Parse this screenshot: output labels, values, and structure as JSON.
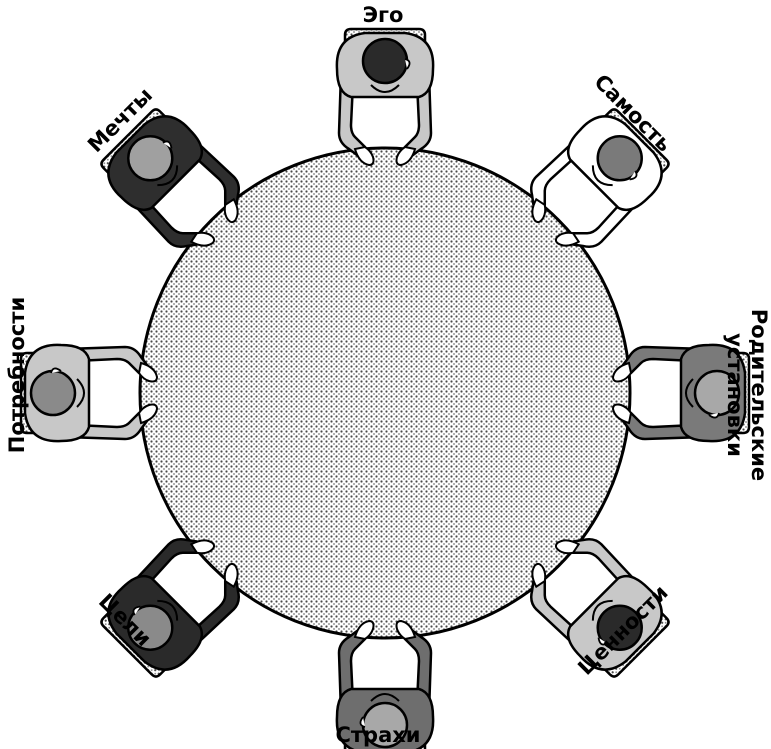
{
  "seats": [
    {
      "id": "ego",
      "label": "Эго",
      "shirt": "#c8c8c8",
      "hair": "#2a2a2a"
    },
    {
      "id": "self",
      "label": "Самость",
      "shirt": "#ffffff",
      "hair": "#7a7a7a"
    },
    {
      "id": "parental",
      "label": "Родительские установки",
      "label_lines": [
        "Родительские",
        "установки"
      ],
      "shirt": "#7a7a7a",
      "hair": "#a8a8a8"
    },
    {
      "id": "values",
      "label": "Ценности",
      "shirt": "#c8c8c8",
      "hair": "#2a2a2a"
    },
    {
      "id": "fears",
      "label": "Страхи",
      "shirt": "#6e6e6e",
      "hair": "#a8a8a8"
    },
    {
      "id": "goals",
      "label": "Цели",
      "shirt": "#2a2a2a",
      "hair": "#8a8a8a"
    },
    {
      "id": "needs",
      "label": "Потребности",
      "shirt": "#c8c8c8",
      "hair": "#8a8a8a"
    },
    {
      "id": "dreams",
      "label": "Мечты",
      "shirt": "#2e2e2e",
      "hair": "#a0a0a0"
    }
  ],
  "colors": {
    "table_fill": "#d8d8d8",
    "chair_fill": "#e4e4e4",
    "outline": "#000000"
  }
}
